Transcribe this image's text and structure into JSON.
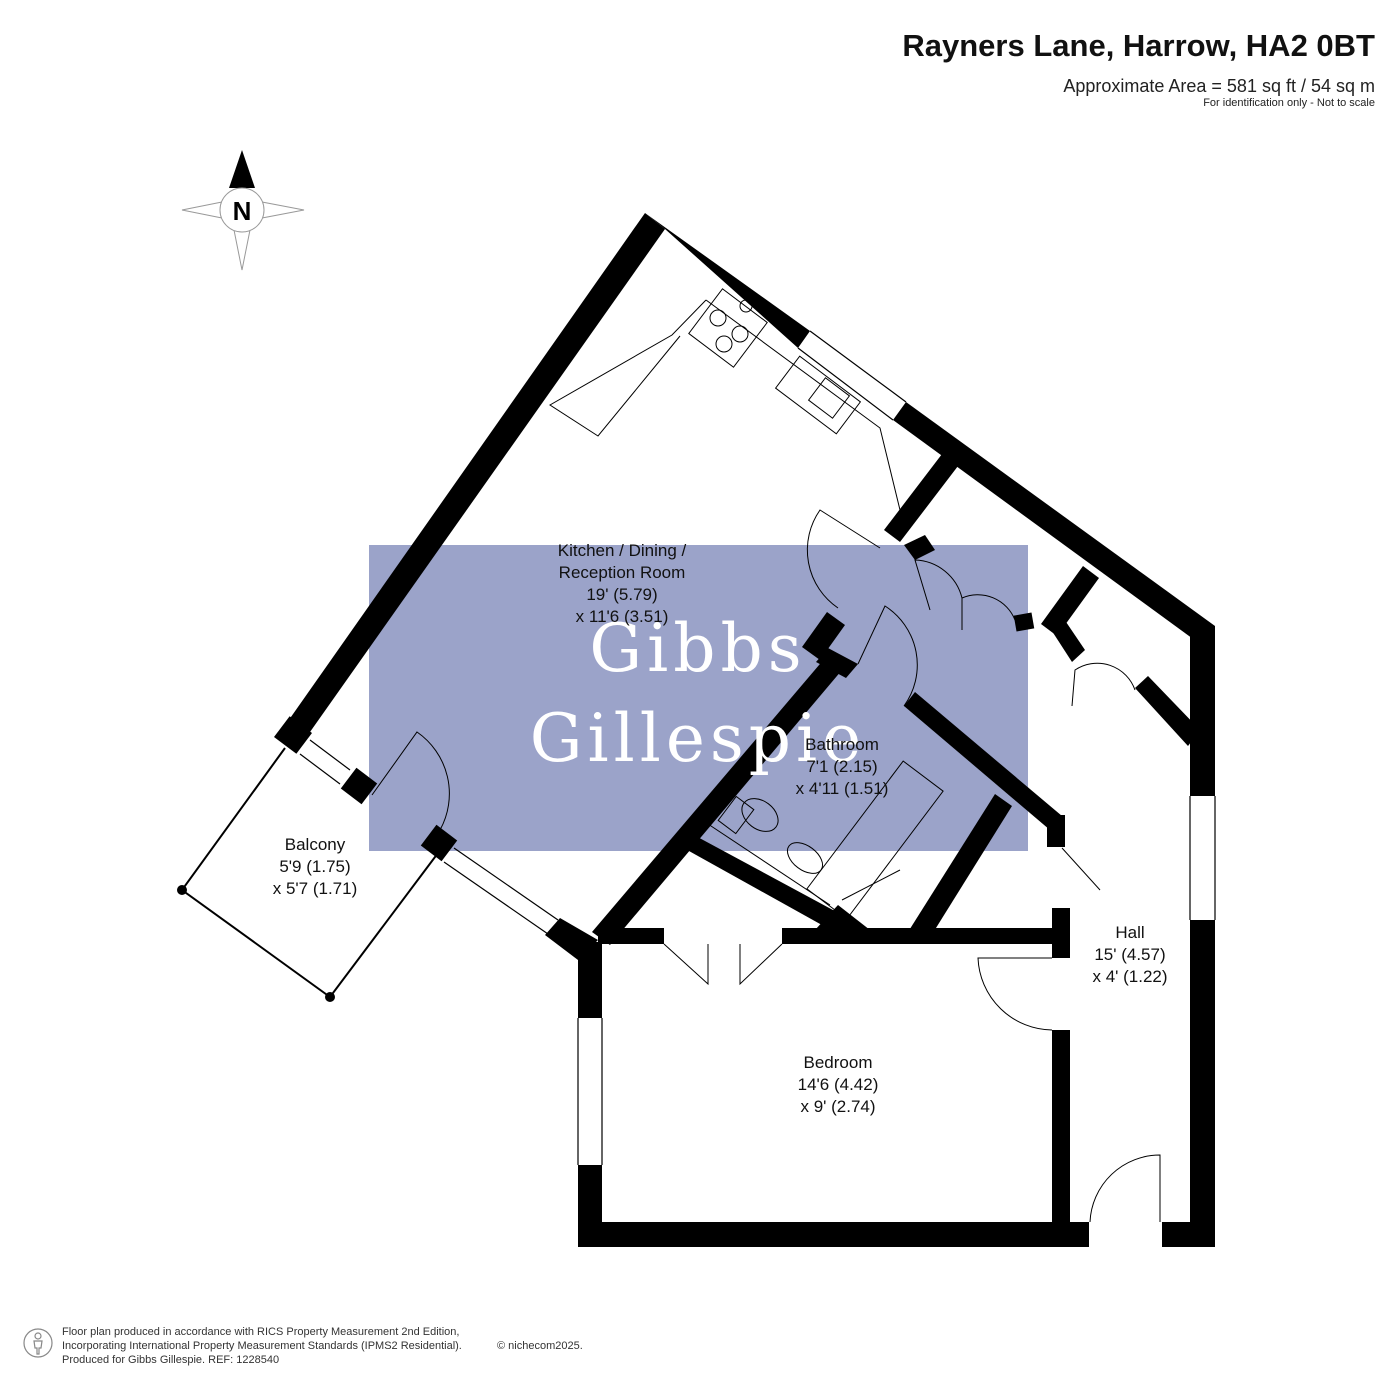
{
  "header": {
    "title": "Rayners Lane, Harrow, HA2 0BT",
    "area": "Approximate Area = 581 sq ft / 54 sq m",
    "note": "For identification only - Not to scale"
  },
  "compass": {
    "letter": "N"
  },
  "watermark": {
    "line1": "Gibbs",
    "line2": "Gillespie",
    "color": "#8a93c0"
  },
  "rooms": {
    "kitchen": {
      "name1": "Kitchen / Dining /",
      "name2": "Reception Room",
      "dim1": "19' (5.79)",
      "dim2": "x 11'6 (3.51)"
    },
    "bathroom": {
      "name": "Bathroom",
      "dim1": "7'1 (2.15)",
      "dim2": "x 4'11 (1.51)"
    },
    "balcony": {
      "name": "Balcony",
      "dim1": "5'9 (1.75)",
      "dim2": "x 5'7 (1.71)"
    },
    "hall": {
      "name": "Hall",
      "dim1": "15' (4.57)",
      "dim2": "x 4' (1.22)"
    },
    "bedroom": {
      "name": "Bedroom",
      "dim1": "14'6 (4.42)",
      "dim2": "x 9' (2.74)"
    }
  },
  "footer": {
    "line1": "Floor plan produced in accordance with RICS Property Measurement 2nd Edition,",
    "line2": "Incorporating International Property Measurement Standards (IPMS2 Residential).",
    "line3": "Produced for Gibbs Gillespie.   REF:  1228540",
    "copyright": "© nichecom2025."
  },
  "colors": {
    "wall": "#000000",
    "watermark": "#8a93c0",
    "background": "#ffffff"
  }
}
